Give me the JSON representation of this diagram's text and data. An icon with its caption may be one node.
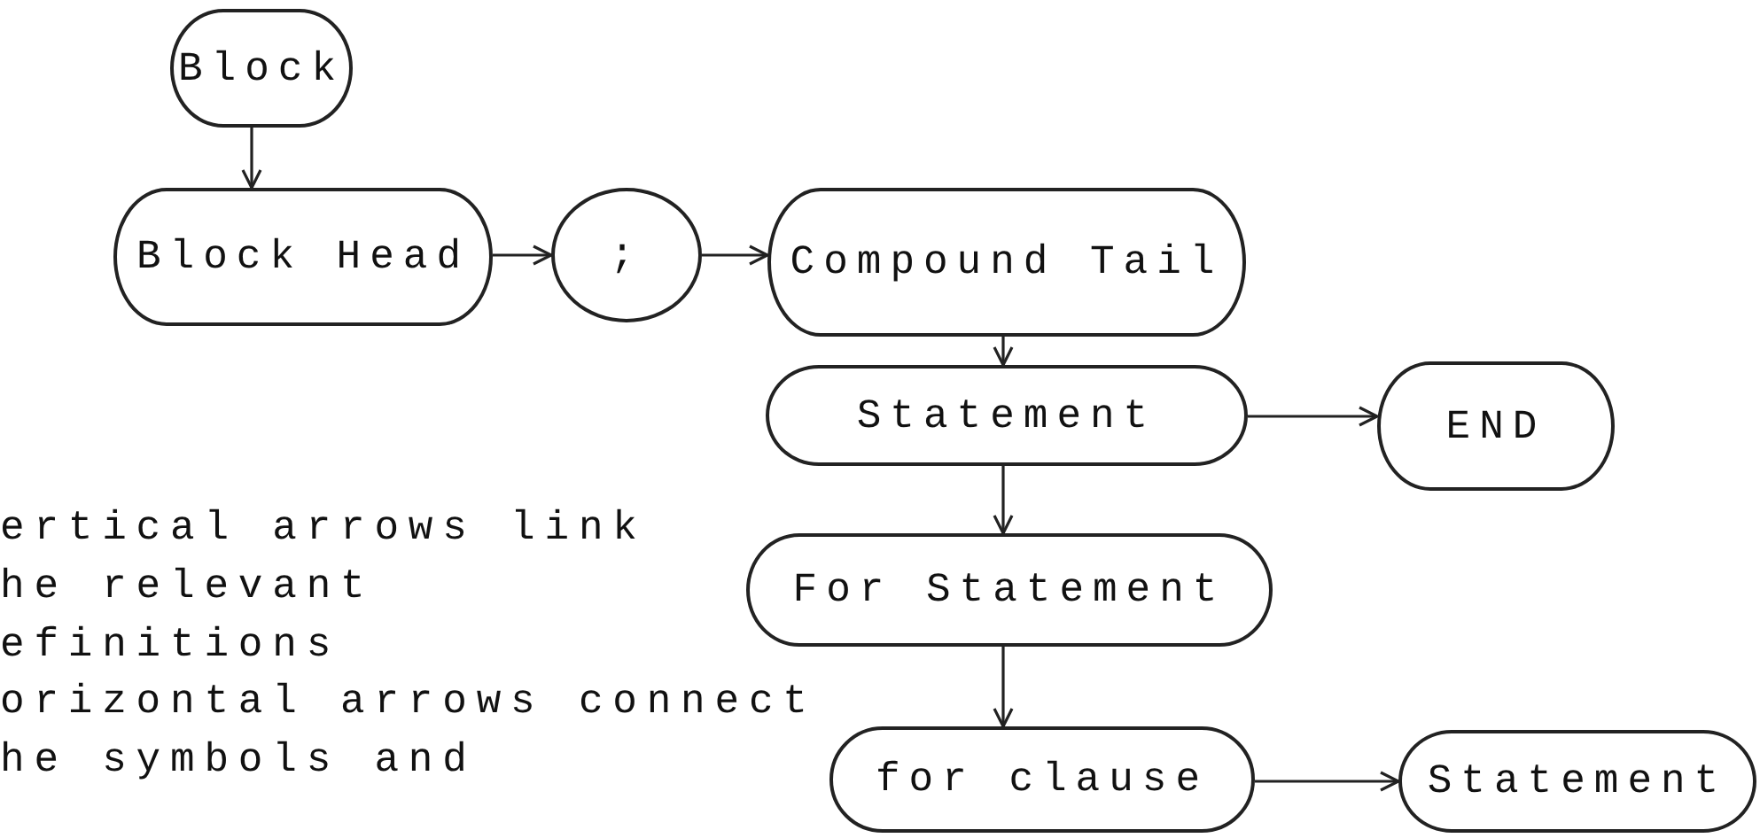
{
  "diagram": {
    "nodes": [
      {
        "text": [
          "Block"
        ]
      },
      {
        "text": [
          "Block Head"
        ]
      },
      {
        "text": [
          ";"
        ]
      },
      {
        "text": [
          "Compound Tail"
        ]
      },
      {
        "text": [
          "Statement"
        ]
      },
      {
        "text": [
          "END"
        ]
      },
      {
        "text": [
          "For Statement"
        ]
      },
      {
        "text": [
          "for clause"
        ]
      },
      {
        "text": [
          "Statement"
        ]
      }
    ],
    "edges": [
      {
        "from": 0,
        "to": 1,
        "arrow": "to"
      },
      {
        "from": 1,
        "to": 2,
        "arrow": "to"
      },
      {
        "from": 2,
        "to": 3,
        "arrow": "to"
      },
      {
        "from": 3,
        "to": 4,
        "arrow": "to"
      },
      {
        "from": 4,
        "to": 5,
        "arrow": "to"
      },
      {
        "from": 4,
        "to": 6,
        "arrow": "to"
      },
      {
        "from": 6,
        "to": 7,
        "arrow": "to"
      },
      {
        "from": 7,
        "to": 8,
        "arrow": "to"
      }
    ],
    "labels": [
      "ertical arrows link he relevant efinitions",
      "orizontal arrows connect he symbols and"
    ]
  }
}
